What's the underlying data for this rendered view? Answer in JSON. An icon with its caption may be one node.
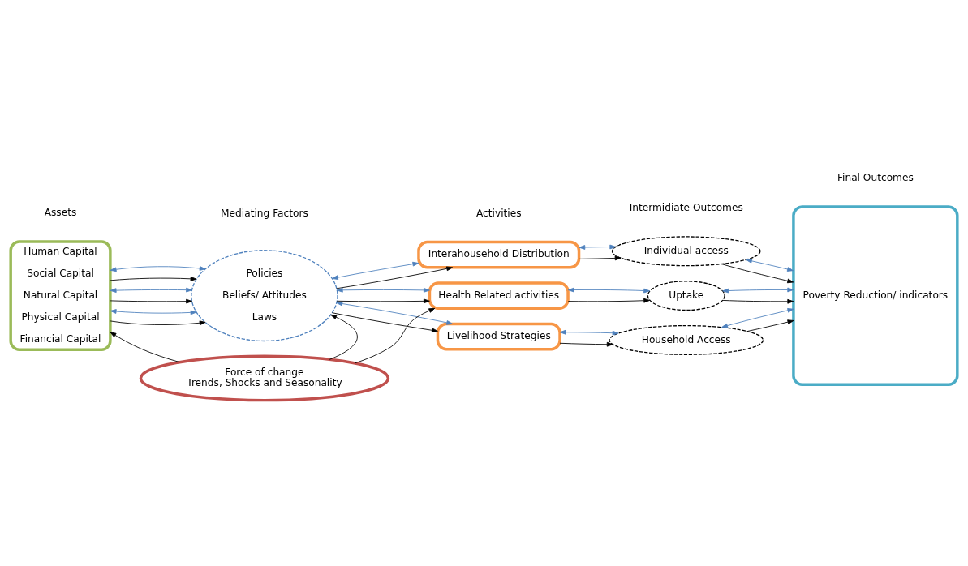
{
  "diagram": {
    "nodes": [
      {
        "text": [
          "Human Capital",
          "Social Capital",
          "Natural Capital",
          "Physical Capital",
          "Financial Capital"
        ]
      },
      {
        "text": [
          "Policies",
          "Beliefs/ Attitudes",
          "Laws"
        ]
      },
      {
        "text": [
          "Livelihood Strategies"
        ]
      },
      {
        "text": [
          "Interahousehold Distribution"
        ]
      },
      {
        "text": [
          "Health Related activities"
        ]
      },
      {
        "text": [
          "Household Access"
        ]
      },
      {
        "text": [
          "Individual access"
        ]
      },
      {
        "text": [
          "Uptake"
        ]
      },
      {
        "text": [
          "Poverty Reduction/ indicators"
        ]
      },
      {
        "text": [
          "Force of change",
          "Trends, Shocks and Seasonality"
        ]
      }
    ],
    "edges": [
      {
        "from": 0,
        "to": 1,
        "arrow": "to"
      },
      {
        "from": 0,
        "to": 1,
        "arrow": "both",
        "color": "#4f81bd"
      },
      {
        "from": 0,
        "to": 1,
        "arrow": "to"
      },
      {
        "from": 0,
        "to": 1,
        "arrow": "both",
        "color": "#4f81bd"
      },
      {
        "from": 0,
        "to": 1,
        "arrow": "to"
      },
      {
        "from": 0,
        "to": 1,
        "arrow": "both",
        "color": "#4f81bd"
      },
      {
        "from": 1,
        "to": 2,
        "arrow": "to"
      },
      {
        "from": 1,
        "to": 2,
        "arrow": "both",
        "color": "#4f81bd"
      },
      {
        "from": 1,
        "to": 3,
        "arrow": "to"
      },
      {
        "from": 1,
        "to": 3,
        "arrow": "both",
        "color": "#4f81bd"
      },
      {
        "from": 1,
        "to": 4,
        "arrow": "to"
      },
      {
        "from": 1,
        "to": 4,
        "arrow": "both",
        "color": "#4f81bd"
      },
      {
        "from": 2,
        "to": 5,
        "arrow": "to"
      },
      {
        "from": 2,
        "to": 5,
        "arrow": "both",
        "color": "#4f81bd"
      },
      {
        "from": 3,
        "to": 6,
        "arrow": "to"
      },
      {
        "from": 3,
        "to": 6,
        "arrow": "both",
        "color": "#4f81bd"
      },
      {
        "from": 4,
        "to": 7,
        "arrow": "to"
      },
      {
        "from": 4,
        "to": 7,
        "arrow": "both",
        "color": "#4f81bd"
      },
      {
        "from": 5,
        "to": 8,
        "arrow": "to"
      },
      {
        "from": 5,
        "to": 8,
        "arrow": "both",
        "color": "#4f81bd"
      },
      {
        "from": 6,
        "to": 8,
        "arrow": "to"
      },
      {
        "from": 6,
        "to": 8,
        "arrow": "both",
        "color": "#4f81bd"
      },
      {
        "from": 7,
        "to": 8,
        "arrow": "to"
      },
      {
        "from": 7,
        "to": 8,
        "arrow": "both",
        "color": "#4f81bd"
      },
      {
        "from": 9,
        "to": 0,
        "arrow": "to"
      },
      {
        "from": 9,
        "to": 1,
        "arrow": "to"
      },
      {
        "from": 9,
        "to": 4,
        "arrow": "to"
      }
    ],
    "labels": [
      "Assets",
      "Mediating Factors",
      "Activities",
      "Intermidiate Outcomes",
      "Final Outcomes"
    ]
  }
}
